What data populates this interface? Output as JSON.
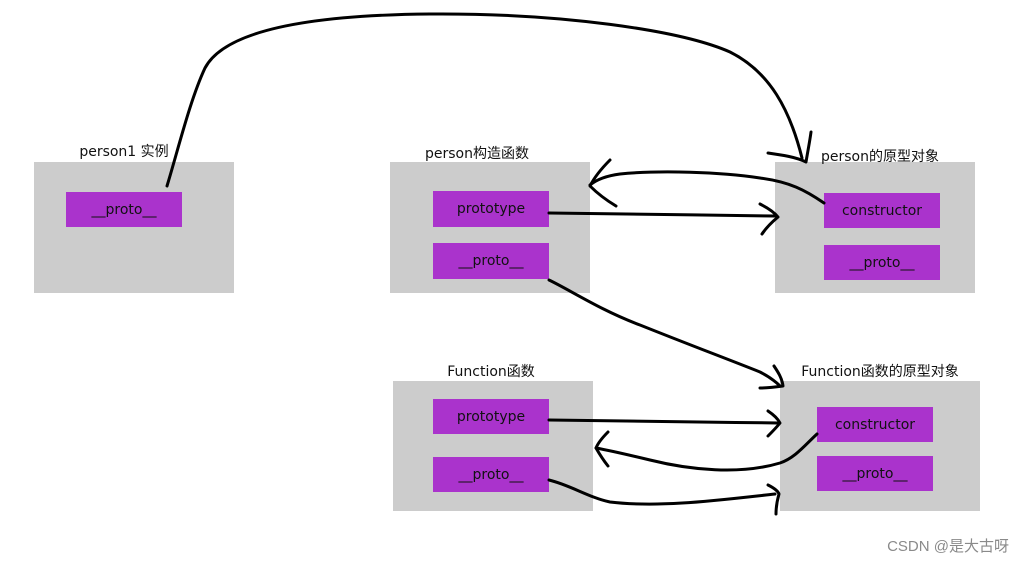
{
  "nodes": {
    "person1": {
      "title": "person1 实例",
      "proto": "__proto__"
    },
    "person_ctor": {
      "title": "person构造函数",
      "prototype": "prototype",
      "proto": "__proto__"
    },
    "person_proto_obj": {
      "title": "person的原型对象",
      "constructor": "constructor",
      "proto": "__proto__"
    },
    "function_ctor": {
      "title": "Function函数",
      "prototype": "prototype",
      "proto": "__proto__"
    },
    "function_proto_obj": {
      "title": "Function函数的原型对象",
      "constructor": "constructor",
      "proto": "__proto__"
    }
  },
  "watermark": "CSDN @是大古呀",
  "colors": {
    "box": "#cccccc",
    "pill": "#aa33cc",
    "arrow": "#000000"
  }
}
